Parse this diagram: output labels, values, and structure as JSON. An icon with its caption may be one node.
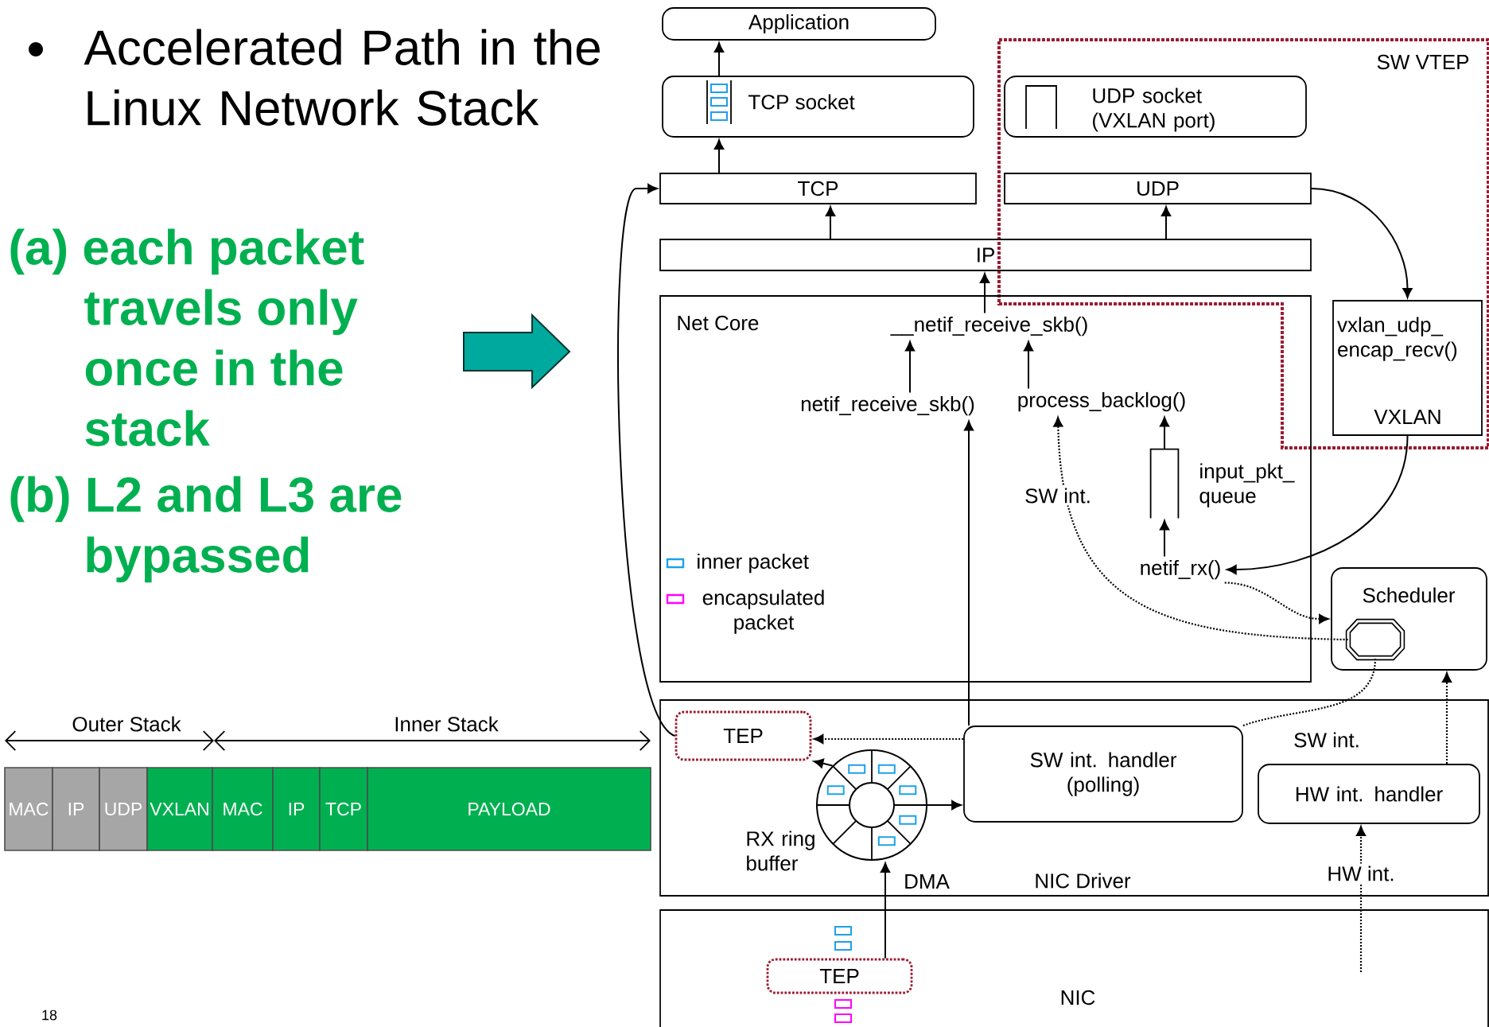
{
  "diagram": {
    "title": "Accelerated Path in the Linux Network Stack",
    "nodes": [
      {
        "text": [
          "Application"
        ]
      },
      {
        "text": [
          "SW VTEP"
        ]
      },
      {
        "text": [
          "TCP socket"
        ]
      },
      {
        "text": [
          "UDP socket (VXLAN port)"
        ],
        "in": 1
      },
      {
        "text": [
          "TCP"
        ]
      },
      {
        "text": [
          "UDP"
        ],
        "in": 1
      },
      {
        "text": [
          "IP"
        ]
      },
      {
        "text": [
          "Net Core"
        ]
      },
      {
        "text": [
          "__netif_receive_skb()"
        ],
        "in": 7
      },
      {
        "text": [
          "vxlan_udp_ encap_recv()",
          "VXLAN"
        ],
        "in": 1
      },
      {
        "text": [
          "netif_receive_skb()"
        ],
        "in": 7
      },
      {
        "text": [
          "process_backlog()"
        ],
        "in": 7
      },
      {
        "text": [],
        "shape": "box",
        "beside": [
          "input_pkt_ queue"
        ],
        "in": 7
      },
      {
        "text": [
          "netif_rx()"
        ],
        "in": 7
      },
      {
        "text": [
          "Scheduler"
        ]
      },
      {
        "text": [],
        "shape": "octagon",
        "in": 14
      },
      {
        "text": [
          "NIC Driver"
        ]
      },
      {
        "text": [
          "TEP"
        ],
        "in": 16
      },
      {
        "text": [],
        "shape": "circle",
        "beside": [
          "RX ring buffer"
        ],
        "in": 16
      },
      {
        "text": [
          "SW int. handler (polling)"
        ],
        "in": 16
      },
      {
        "text": [
          "HW int. handler"
        ],
        "in": 16
      },
      {
        "text": [
          "NIC"
        ]
      },
      {
        "text": [
          "TEP"
        ],
        "in": 21
      },
      {
        "text": [
          "MAC"
        ]
      },
      {
        "text": [
          "IP"
        ]
      },
      {
        "text": [
          "UDP"
        ]
      },
      {
        "text": [
          "VXLAN"
        ]
      },
      {
        "text": [
          "MAC"
        ]
      },
      {
        "text": [
          "IP"
        ]
      },
      {
        "text": [
          "TCP"
        ]
      },
      {
        "text": [
          "PAYLOAD"
        ]
      }
    ],
    "edges": [
      {
        "from": 2,
        "to": 0,
        "arrow": "to"
      },
      {
        "from": 4,
        "to": 2,
        "arrow": "to"
      },
      {
        "from": 6,
        "to": 4,
        "arrow": "to"
      },
      {
        "from": 6,
        "to": 5,
        "arrow": "to"
      },
      {
        "from": 8,
        "to": 6,
        "arrow": "to"
      },
      {
        "from": 10,
        "to": 8,
        "arrow": "to"
      },
      {
        "from": 11,
        "to": 8,
        "arrow": "to"
      },
      {
        "from": 5,
        "to": 9,
        "arrow": "to"
      },
      {
        "from": 9,
        "to": 13,
        "arrow": "to"
      },
      {
        "from": 13,
        "to": 12,
        "arrow": "to"
      },
      {
        "from": 12,
        "to": 11,
        "arrow": "to"
      },
      {
        "from": 15,
        "to": 11,
        "arrow": "to",
        "style": "dashed",
        "label": "SW int."
      },
      {
        "from": 13,
        "to": 14,
        "arrow": "to",
        "style": "dashed"
      },
      {
        "from": 19,
        "to": 15,
        "arrow": "none",
        "style": "dashed",
        "label": "SW int."
      },
      {
        "from": 20,
        "to": 14,
        "arrow": "to",
        "style": "dashed"
      },
      {
        "from": null,
        "to": 20,
        "arrow": "to",
        "style": "dashed",
        "label": "HW int."
      },
      {
        "from": 19,
        "to": 17,
        "arrow": "to",
        "style": "dashed"
      },
      {
        "from": 18,
        "to": 17,
        "arrow": "to"
      },
      {
        "from": 18,
        "to": 19,
        "arrow": "to"
      },
      {
        "from": 19,
        "to": 10,
        "arrow": "to"
      },
      {
        "from": 17,
        "to": 4,
        "arrow": "to"
      },
      {
        "from": 22,
        "to": 18,
        "arrow": "to",
        "label": "DMA"
      }
    ],
    "labels": [
      "(a) each packet travels only once in the stack",
      "(b) L2 and L3 are bypassed",
      "Outer Stack",
      "Inner Stack",
      "18"
    ],
    "legend": [
      {
        "text": "inner packet",
        "color": "#1ea0ea"
      },
      {
        "text": "encapsulated packet",
        "color": "#ff00ff"
      }
    ]
  }
}
